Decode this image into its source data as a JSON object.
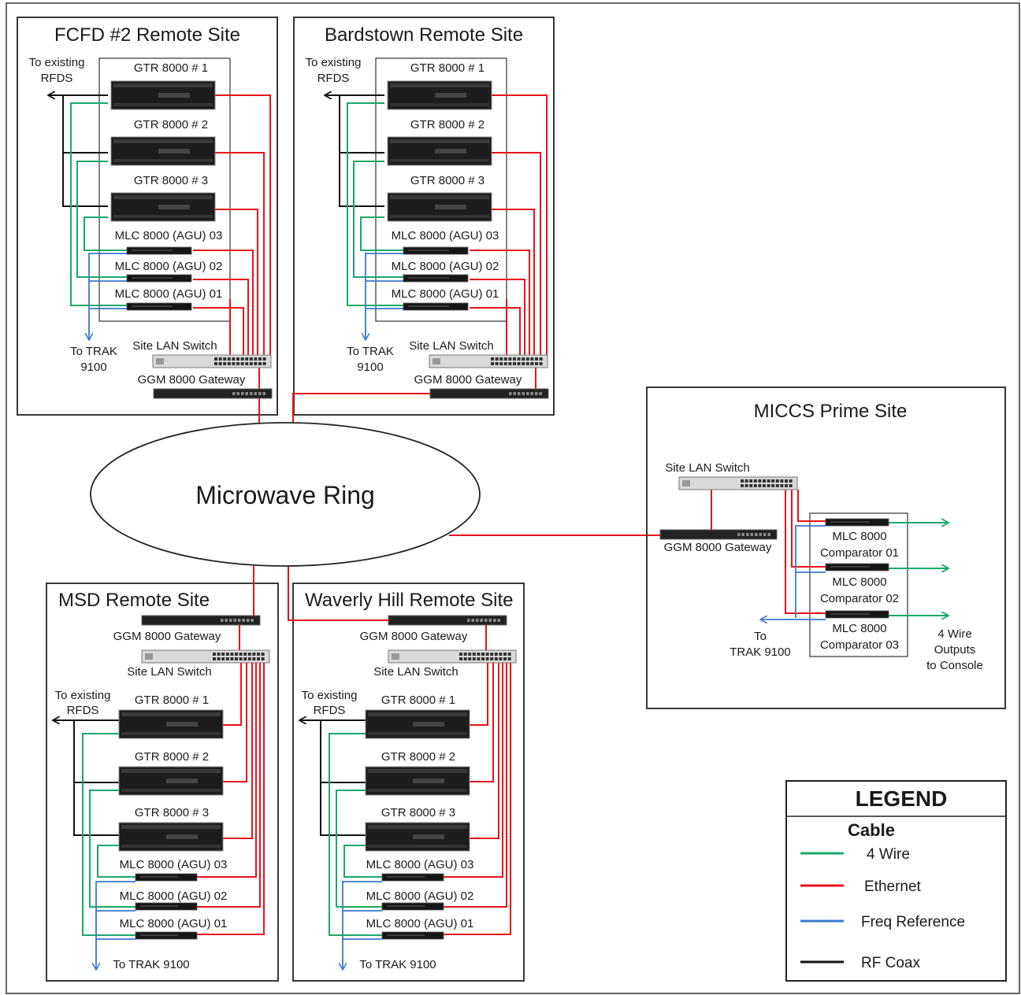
{
  "colors": {
    "four_wire": "#1aa86a",
    "ethernet": "#e8131b",
    "freq_reference": "#3a78d0",
    "rf_coax": "#111111",
    "box_border": "#222222",
    "device_dark": "#1b1b1b",
    "switch_light": "#d9d9d9"
  },
  "remote_sites": [
    {
      "title": "FCFD #2 Remote Site",
      "rfds_label": [
        "To existing",
        "RFDS"
      ],
      "gtr": [
        "GTR 8000 # 1",
        "GTR 8000 # 2",
        "GTR 8000 # 3"
      ],
      "mlc": [
        "MLC 8000 (AGU) 03",
        "MLC 8000 (AGU) 02",
        "MLC 8000 (AGU) 01"
      ],
      "trak_label": [
        "To TRAK",
        "9100"
      ],
      "switch_label": "Site LAN Switch",
      "gateway_label": "GGM 8000 Gateway"
    },
    {
      "title": "Bardstown Remote Site",
      "rfds_label": [
        "To existing",
        "RFDS"
      ],
      "gtr": [
        "GTR 8000 # 1",
        "GTR 8000 # 2",
        "GTR 8000 # 3"
      ],
      "mlc": [
        "MLC 8000 (AGU) 03",
        "MLC 8000 (AGU) 02",
        "MLC 8000 (AGU) 01"
      ],
      "trak_label": [
        "To TRAK",
        "9100"
      ],
      "switch_label": "Site LAN Switch",
      "gateway_label": "GGM 8000 Gateway"
    },
    {
      "title": "MSD Remote Site",
      "gateway_label": "GGM 8000 Gateway",
      "switch_label": "Site LAN Switch",
      "rfds_label": [
        "To existing",
        "RFDS"
      ],
      "gtr": [
        "GTR 8000 # 1",
        "GTR 8000 # 2",
        "GTR 8000 # 3"
      ],
      "mlc": [
        "MLC 8000 (AGU) 03",
        "MLC 8000 (AGU) 02",
        "MLC 8000 (AGU) 01"
      ],
      "trak_label": [
        "To TRAK 9100"
      ]
    },
    {
      "title": "Waverly Hill Remote Site",
      "gateway_label": "GGM 8000 Gateway",
      "switch_label": "Site LAN Switch",
      "rfds_label": [
        "To existing",
        "RFDS"
      ],
      "gtr": [
        "GTR 8000 # 1",
        "GTR 8000 # 2",
        "GTR 8000 # 3"
      ],
      "mlc": [
        "MLC 8000 (AGU) 03",
        "MLC 8000 (AGU) 02",
        "MLC 8000 (AGU) 01"
      ],
      "trak_label": [
        "To TRAK 9100"
      ]
    }
  ],
  "ring_label": "Microwave Ring",
  "prime_site": {
    "title": "MICCS Prime Site",
    "switch_label": "Site LAN Switch",
    "gateway_label": "GGM 8000 Gateway",
    "comparators": [
      [
        "MLC 8000",
        "Comparator 01"
      ],
      [
        "MLC 8000",
        "Comparator 02"
      ],
      [
        "MLC 8000",
        "Comparator 03"
      ]
    ],
    "trak_label": [
      "To",
      "TRAK 9100"
    ],
    "output_label": [
      "4 Wire",
      "Outputs",
      "to Console"
    ]
  },
  "legend": {
    "title": "LEGEND",
    "subtitle": "Cable",
    "items": [
      {
        "label": "4 Wire",
        "color_key": "four_wire"
      },
      {
        "label": "Ethernet",
        "color_key": "ethernet"
      },
      {
        "label": "Freq Reference",
        "color_key": "freq_reference"
      },
      {
        "label": "RF Coax",
        "color_key": "rf_coax"
      }
    ]
  }
}
